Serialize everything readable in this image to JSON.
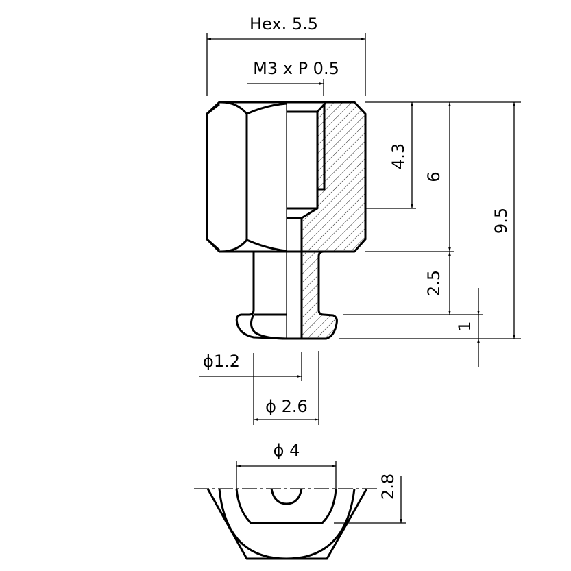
{
  "drawing": {
    "dimensions": {
      "hex": "Hex. 5.5",
      "thread": "M3 x P 0.5",
      "d_43": "4.3",
      "d_6": "6",
      "d_95": "9.5",
      "d_25": "2.5",
      "d_1": "1",
      "dia_12": "ϕ1.2",
      "dia_26": "ϕ 2.6",
      "dia_4": "ϕ 4",
      "d_28": "2.8"
    }
  }
}
